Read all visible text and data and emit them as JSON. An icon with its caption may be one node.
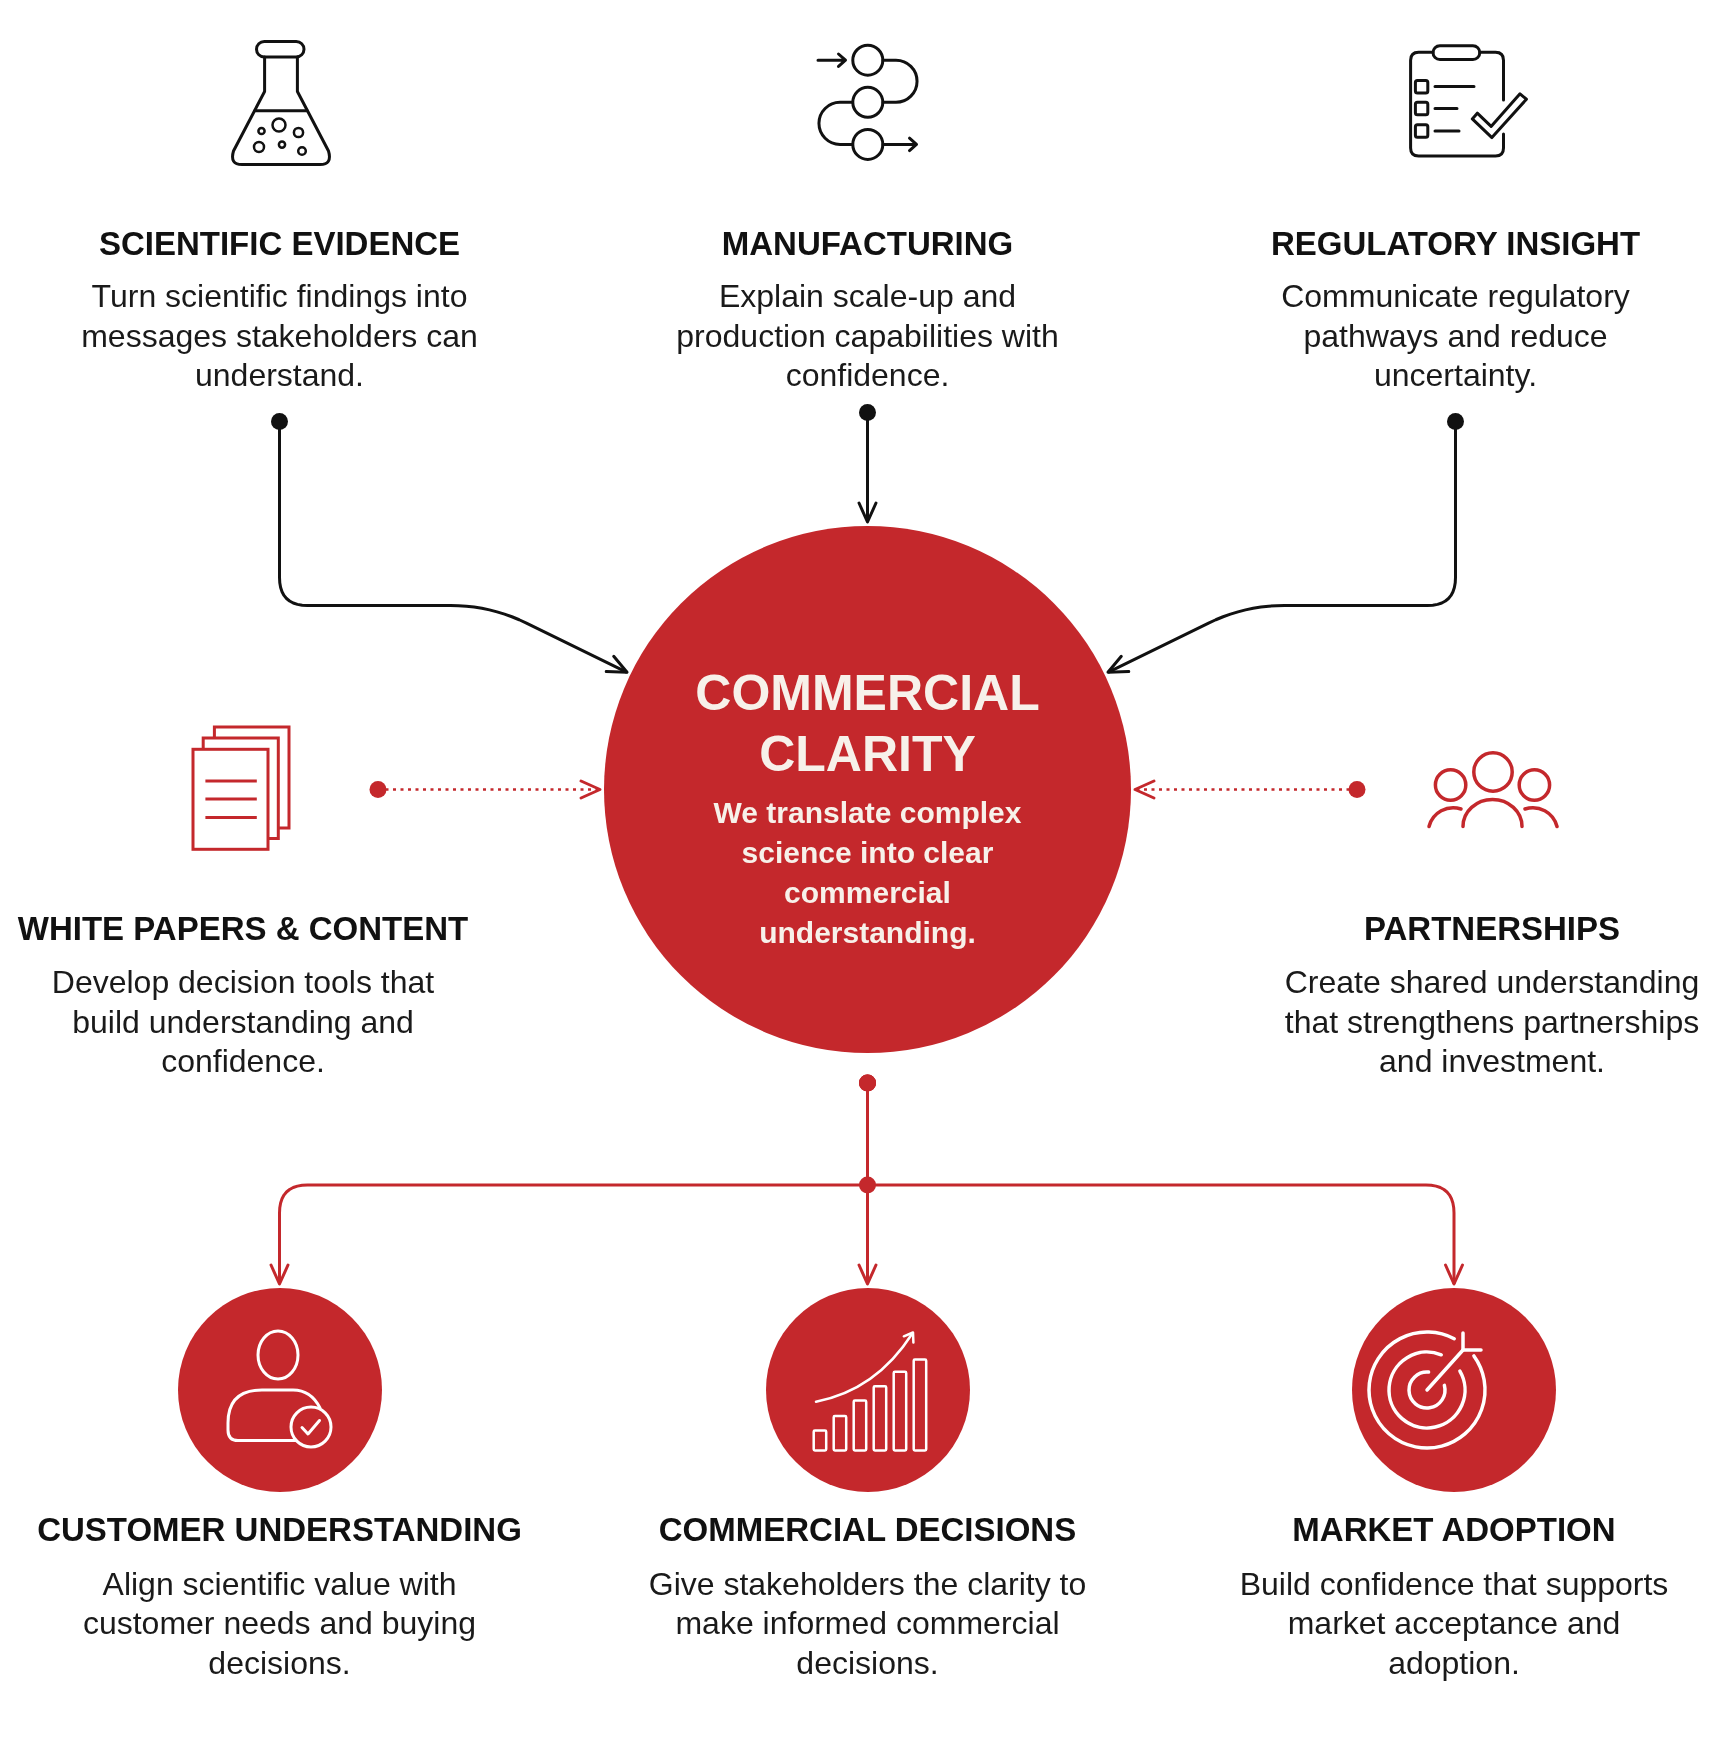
{
  "diagram": {
    "nodes": [
      {
        "text": [
          "SCIENTIFIC EVIDENCE",
          "Turn scientific findings into messages stakeholders can understand."
        ]
      },
      {
        "text": [
          "MANUFACTURING",
          "Explain scale-up and production capabilities with confidence."
        ]
      },
      {
        "text": [
          "REGULATORY INSIGHT",
          "Communicate regulatory pathways and reduce uncertainty."
        ]
      },
      {
        "text": [
          "WHITE PAPERS & CONTENT",
          "Develop decision tools that build understanding and confidence."
        ]
      },
      {
        "text": [
          "COMMERCIAL CLARITY",
          "We translate complex science into clear commercial understanding."
        ]
      },
      {
        "text": [
          "PARTNERSHIPS",
          "Create shared understanding that strengthens partnerships and investment."
        ]
      },
      {
        "text": [
          "CUSTOMER UNDERSTANDING",
          "Align scientific value with customer needs and buying decisions."
        ]
      },
      {
        "text": [
          "COMMERCIAL DECISIONS",
          "Give stakeholders the clarity to make informed commercial decisions."
        ]
      },
      {
        "text": [
          "MARKET ADOPTION",
          "Build confidence that supports market acceptance and adoption."
        ]
      }
    ],
    "edges": [
      {
        "from": 0,
        "to": 4,
        "arrow": "to",
        "color": "#111111"
      },
      {
        "from": 1,
        "to": 4,
        "arrow": "to",
        "color": "#111111"
      },
      {
        "from": 2,
        "to": 4,
        "arrow": "to",
        "color": "#111111"
      },
      {
        "from": 3,
        "to": 4,
        "arrow": "to",
        "style": "dashed"
      },
      {
        "from": 5,
        "to": 4,
        "arrow": "to",
        "style": "dashed"
      },
      {
        "from": 4,
        "to": 6,
        "arrow": "to"
      },
      {
        "from": 4,
        "to": 7,
        "arrow": "to"
      },
      {
        "from": 4,
        "to": 8,
        "arrow": "to"
      }
    ]
  }
}
